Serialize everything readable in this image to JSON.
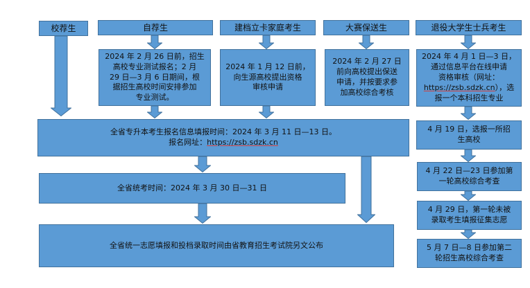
{
  "headers": {
    "school_recommend": "校荐生",
    "self_recommend": "自荐生",
    "poor_family": "建档立卡家庭考生",
    "competition": "大赛保送生",
    "veteran": "退役大学生士兵考生"
  },
  "details": {
    "self_recommend": "2024 年 2 月 26 日前，招生\n高校专业测试报名；2 月\n29 日—3 月 6 日期间，根\n据招生高校时间安排参加\n专业测试。",
    "poor_family": "2024 年 1 月 12 日前，\n向生源高校提出资格\n审核申请",
    "competition": "2024 年 2 月 27 日\n前向高校提出保送\n申请，并按要求参\n加高校综合考核",
    "veteran_prefix": "2024 年 4 月 1 日—3 日，\n通过信息平台在线申请\n资格审核（网址：",
    "veteran_url": "https://zsb.sdzk.cn",
    "veteran_suffix": "），选\n报一个本科招生专业"
  },
  "main_flow": {
    "registration_line1": "全省专升本考生报名信息填报时间：2024 年 3 月 11 日—13 日。",
    "registration_line2_prefix": "报名网址：",
    "registration_url": "https://zsb.sdzk.cn",
    "exam": "全省统考时间：2024 年 3 月 30 日—31 日",
    "admission": "全省统一志愿填报和投档录取时间由省教育招生考试院另文公布"
  },
  "veteran_flow": {
    "step1": "4 月 19 日，选报一所招\n生高校",
    "step2": "4 月 22 日—23 日参加第\n一轮高校综合考查",
    "step3": "4 月 29 日，第一轮未被\n录取考生填报征集志愿",
    "step4": "5 月 7 日—8 日参加第二\n轮招生高校综合考查"
  },
  "colors": {
    "box_fill": "#5b9bd5",
    "box_border": "#41719c",
    "text": "#111111",
    "url_underline": "#d04040"
  }
}
